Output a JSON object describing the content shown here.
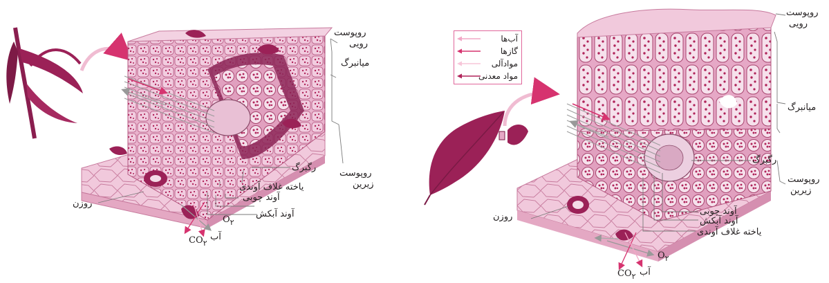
{
  "left_diagram": {
    "labels": {
      "upper_epidermis_1": "روپوست",
      "upper_epidermis_2": "رویی",
      "mesophyll": "میانبرگ",
      "vein": "رگبرگ",
      "lower_epidermis_1": "روپوست",
      "lower_epidermis_2": "زیرین",
      "bundle_sheath": "یاخته غلاف آوندی",
      "xylem": "آوند چوبی",
      "phloem": "آوند آبکش",
      "stoma": "روزن",
      "water": "آب",
      "o2": "O",
      "o2_sub": "۲",
      "co2": "CO",
      "co2_sub": "۲"
    }
  },
  "right_diagram": {
    "labels": {
      "upper_epidermis_1": "روپوست",
      "upper_epidermis_2": "رویی",
      "mesophyll": "میانبرگ",
      "vein": "رگبرگ",
      "lower_epidermis_1": "روپوست",
      "lower_epidermis_2": "زیرین",
      "xylem": "آوند چوبی",
      "phloem": "آوند آبکش",
      "bundle_sheath": "یاخته غلاف آوندی",
      "stoma": "روزن",
      "water": "آب",
      "o2": "O",
      "o2_sub": "۲",
      "co2": "CO",
      "co2_sub": "۲"
    }
  },
  "legend": {
    "items": [
      {
        "label": "آب‌ها",
        "color": "#f2a7c6"
      },
      {
        "label": "گازها",
        "color": "#d6336f"
      },
      {
        "label": "موادآلی",
        "color": "#f7c6d9"
      },
      {
        "label": "مواد معدنی",
        "color": "#b0245a"
      }
    ]
  },
  "colors": {
    "tissue": "#e6a8c6",
    "tissue_light": "#f3d2e2",
    "tissue_dark": "#9c2a5d",
    "cell_dot": "#b0245a",
    "leaf": "#9b2157",
    "line": "#7a7a7a"
  }
}
